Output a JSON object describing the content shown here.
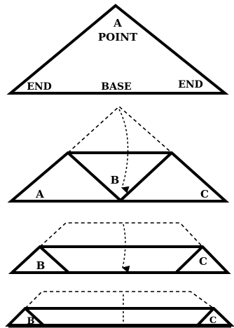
{
  "diagram": {
    "step1": {
      "apex_letter": "A",
      "apex_word": "POINT",
      "left_end": "END",
      "base": "BASE",
      "right_end": "END"
    },
    "step2": {
      "left_label": "A",
      "center_label": "B",
      "right_label": "C"
    },
    "step3": {
      "left_label": "B",
      "right_label": "C"
    },
    "step4": {
      "left_label": "B",
      "right_label": "C"
    }
  },
  "colors": {
    "ink": "#000000",
    "paper": "#ffffff"
  }
}
